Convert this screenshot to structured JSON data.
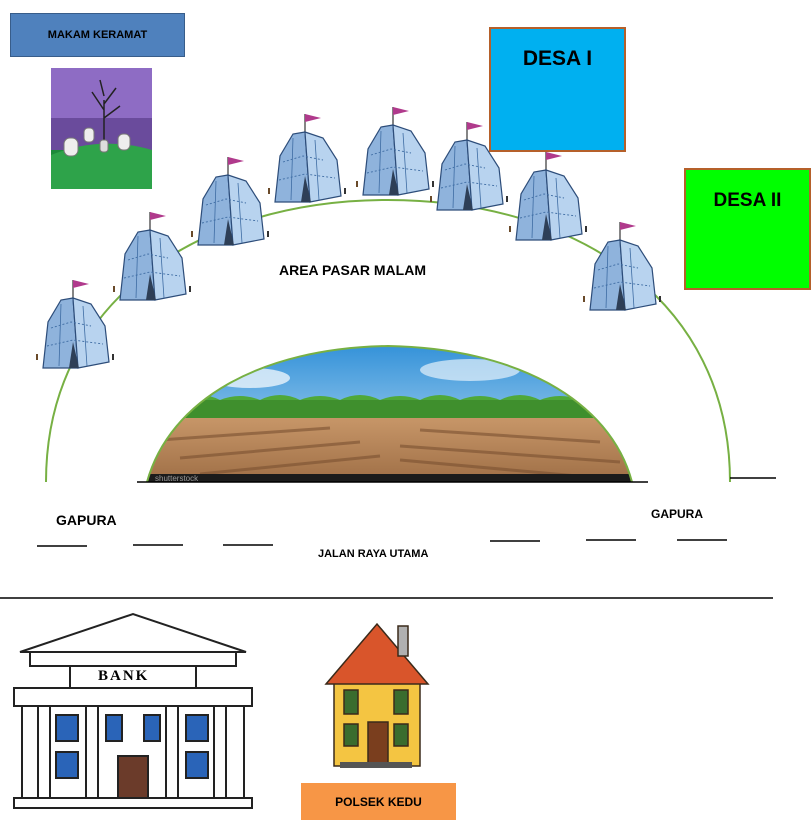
{
  "labels": {
    "makam": "MAKAM KERAMAT",
    "desa1": "DESA I",
    "desa2": "DESA II",
    "area": "AREA PASAR MALAM",
    "gapura_left": "GAPURA",
    "gapura_right": "GAPURA",
    "jalan": "JALAN RAYA UTAMA",
    "bank_sign": "BANK",
    "polsek": "POLSEK KEDU",
    "watermark": "shutterstock"
  },
  "colors": {
    "makam_box": "#4f81bd",
    "desa1_box": "#00b0f0",
    "desa2_box": "#00ff00",
    "polsek_box": "#f79646",
    "box_border": "#b5602a",
    "arc": "#77b043"
  },
  "icons": [
    "cemetery-icon",
    "tent-icon",
    "field-scene-icon",
    "bank-building-icon",
    "house-icon"
  ]
}
